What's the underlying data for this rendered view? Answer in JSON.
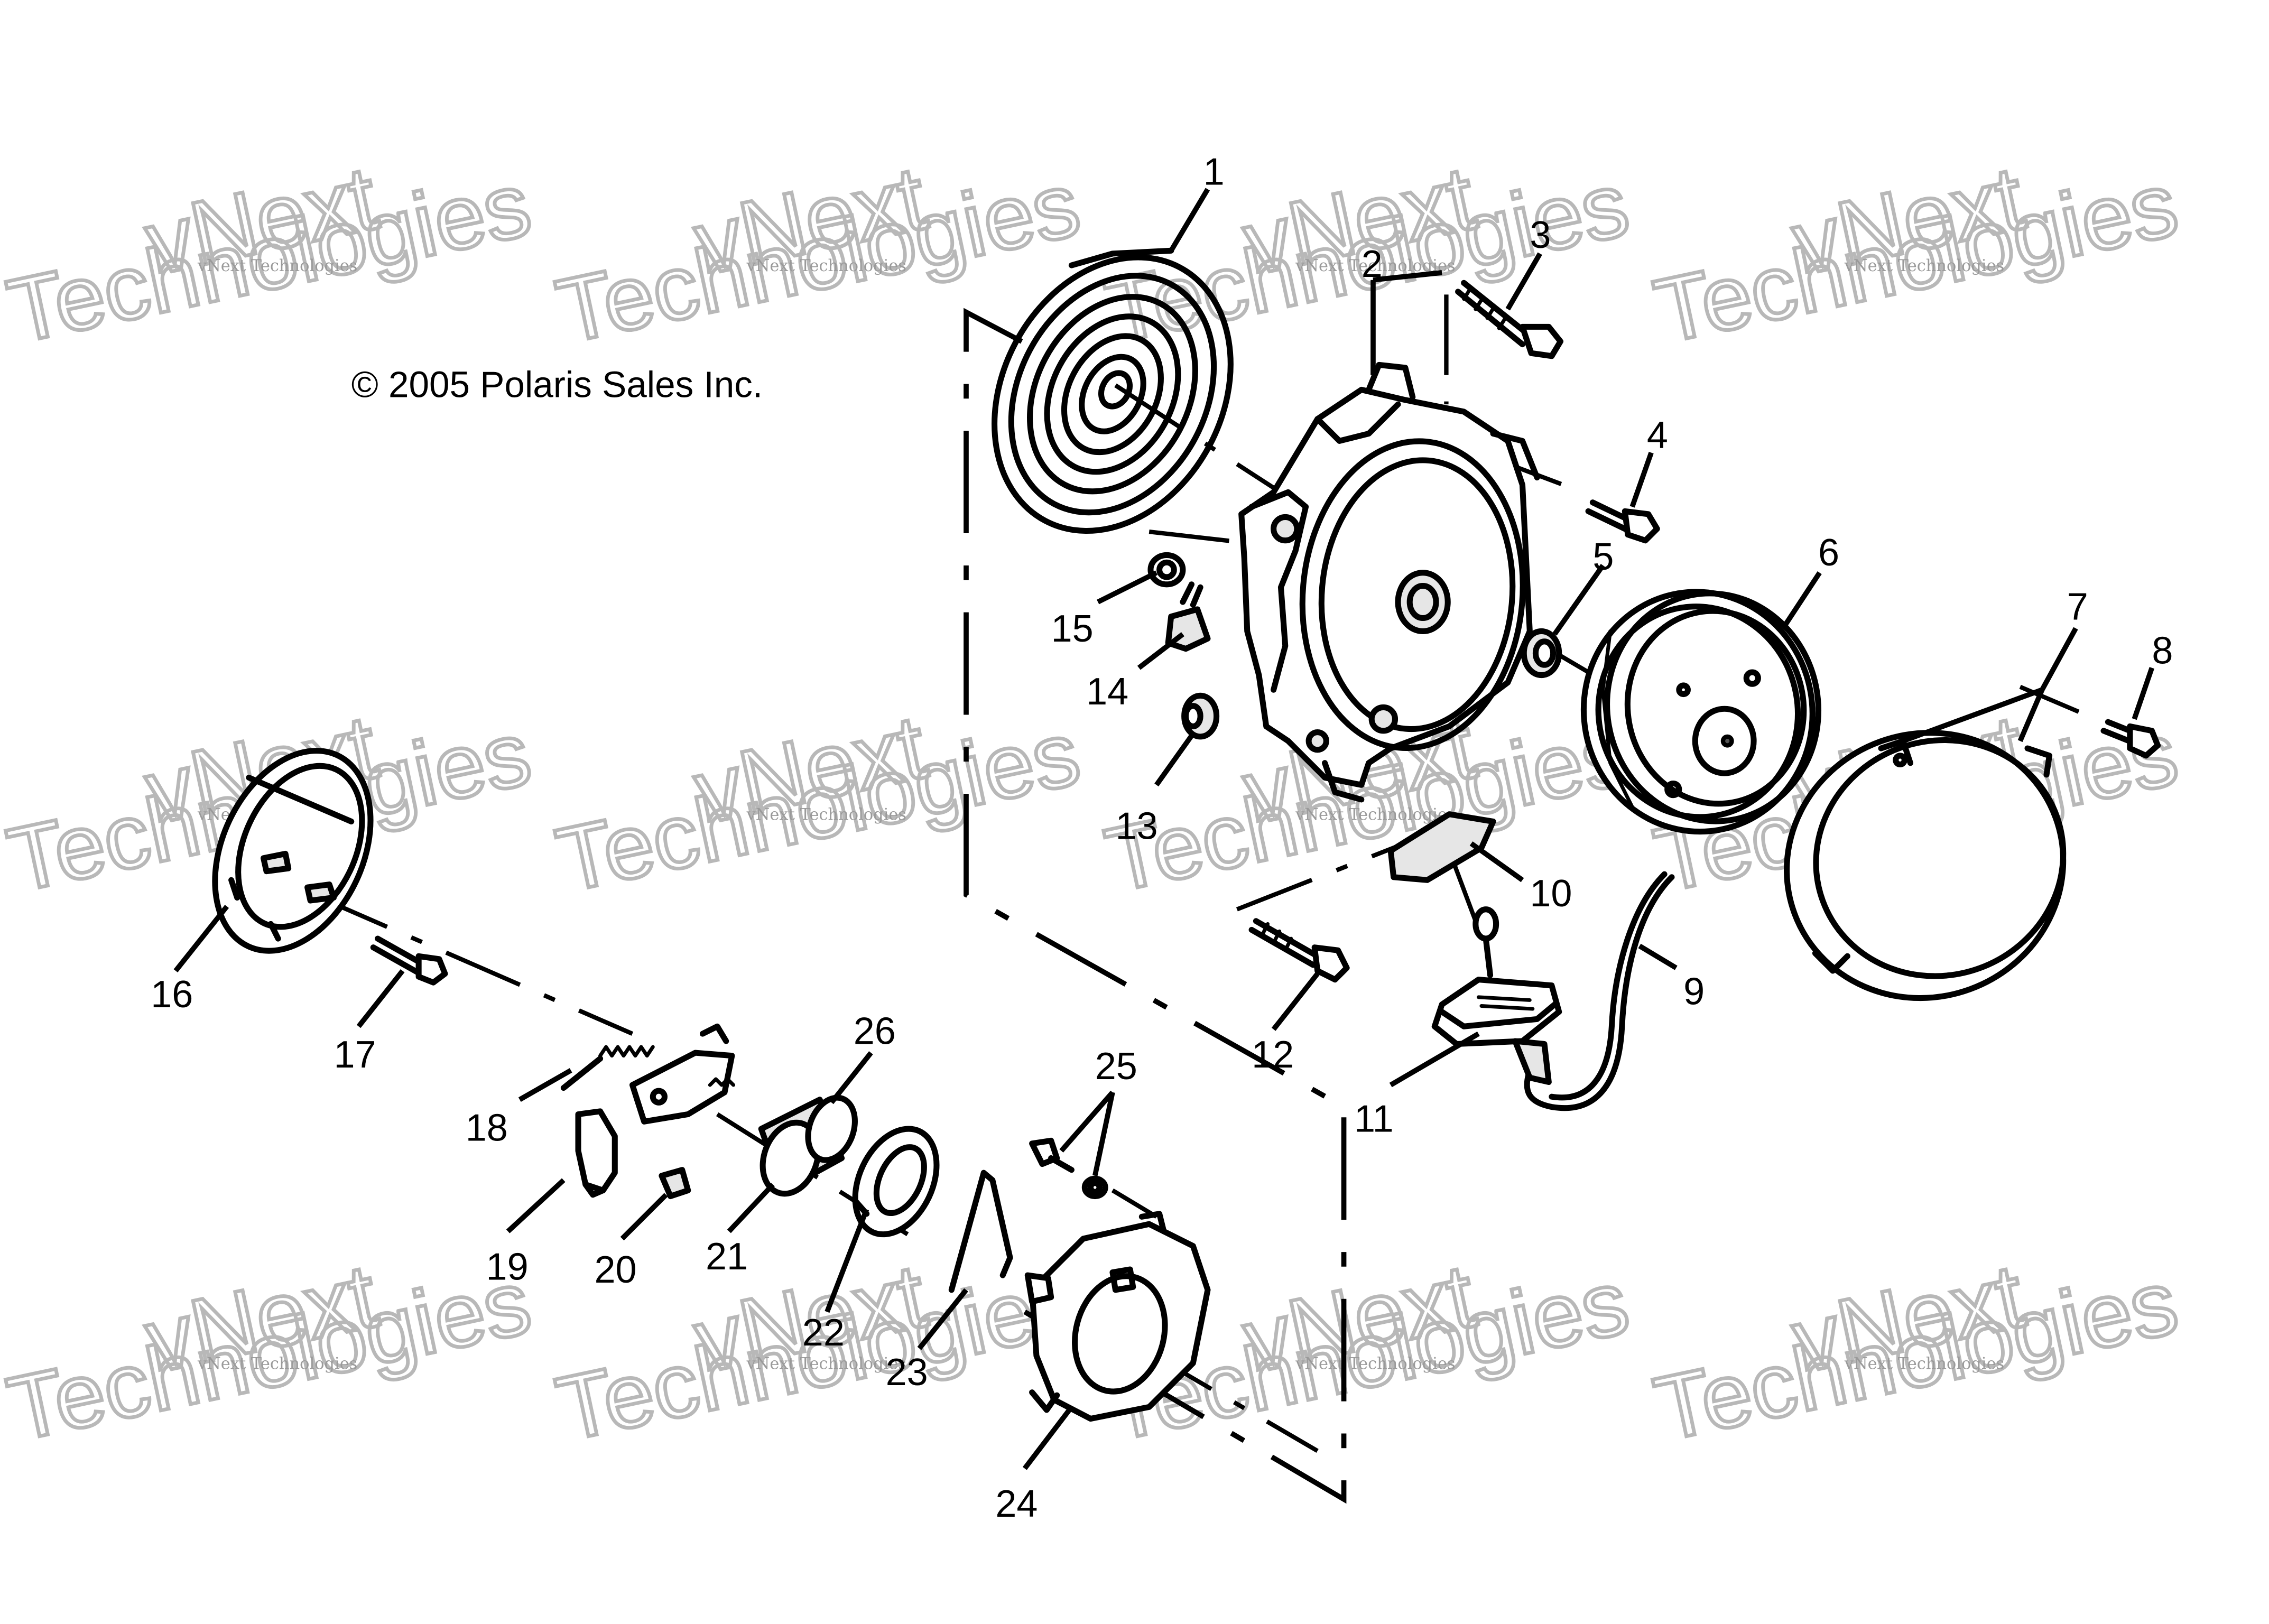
{
  "copyright": "© 2005 Polaris Sales Inc.",
  "watermark": {
    "line_small": "vNext Technologies",
    "line_big_1": "vNext",
    "line_big_2": "Technologies"
  },
  "callouts": [
    "1",
    "2",
    "3",
    "4",
    "5",
    "6",
    "7",
    "8",
    "9",
    "10",
    "11",
    "12",
    "13",
    "14",
    "15",
    "16",
    "17",
    "18",
    "19",
    "20",
    "21",
    "22",
    "23",
    "24",
    "25",
    "26"
  ]
}
